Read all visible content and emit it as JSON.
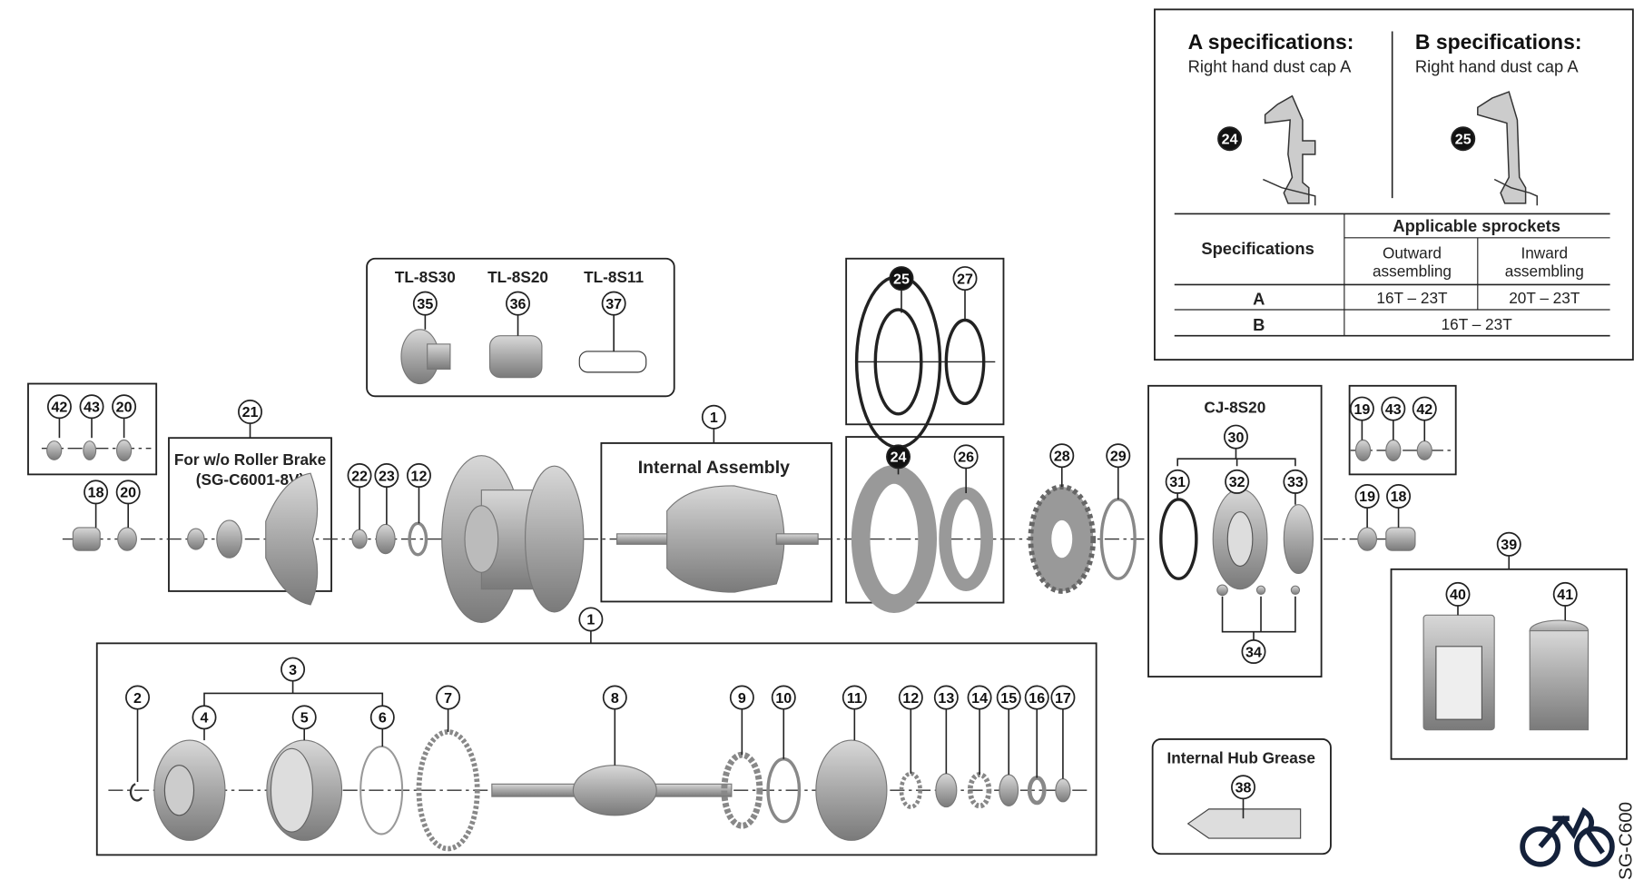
{
  "spec_box": {
    "a_title": "A specifications:",
    "a_sub": "Right hand dust cap A",
    "b_title": "B specifications:",
    "b_sub": "Right hand dust cap A",
    "a_callout": "24",
    "b_callout": "25",
    "table": {
      "col_specs": "Specifications",
      "col_applicable": "Applicable sprockets",
      "col_outward_1": "Outward",
      "col_outward_2": "assembling",
      "col_inward_1": "Inward",
      "col_inward_2": "assembling",
      "rows": [
        {
          "spec": "A",
          "outward": "16T – 23T",
          "inward": "20T – 23T"
        },
        {
          "spec": "B",
          "both": "16T – 23T"
        }
      ]
    }
  },
  "labels": {
    "tool_1": "TL-8S30",
    "tool_2": "TL-8S20",
    "tool_3": "TL-8S11",
    "roller_1": "For w/o Roller Brake",
    "roller_2": "(SG-C6001-8V)",
    "internal": "Internal Assembly",
    "cj": "CJ-8S20",
    "grease": "Internal Hub Grease"
  },
  "callouts": [
    "42",
    "43",
    "20",
    "18",
    "20",
    "21",
    "22",
    "23",
    "12",
    "1",
    "1",
    "35",
    "36",
    "37",
    "25",
    "27",
    "24",
    "26",
    "28",
    "29",
    "30",
    "31",
    "32",
    "33",
    "34",
    "19",
    "43",
    "42",
    "19",
    "18",
    "39",
    "40",
    "41",
    "38",
    "2",
    "3",
    "4",
    "5",
    "6",
    "7",
    "8",
    "9",
    "10",
    "11",
    "12",
    "13",
    "14",
    "15",
    "16",
    "17"
  ],
  "watermark": "SG-C600"
}
